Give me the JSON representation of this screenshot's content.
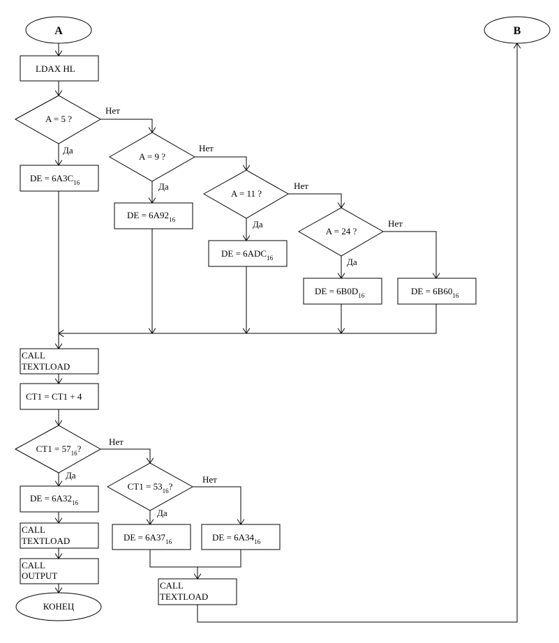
{
  "connectors": {
    "start": "A",
    "exit": "B",
    "end": "КОНЕЦ"
  },
  "steps": {
    "ldax": "LDAX HL",
    "de_a3c": "DE = 6A3C",
    "de_a92": "DE = 6A92",
    "de_adc": "DE = 6ADC",
    "de_b0d": "DE = 6B0D",
    "de_b60": "DE = 6B60",
    "call": "CALL",
    "textload": "TEXTLOAD",
    "output": "OUTPUT",
    "ct_inc": "CT1 = CT1 + 4",
    "de_a32": "DE = 6A32",
    "de_a37": "DE = 6A37",
    "de_a34": "DE = 6A34",
    "hex_base": "16"
  },
  "decisions": {
    "a5": "A = 5 ?",
    "a9": "A = 9 ?",
    "a11": "A = 11 ?",
    "a24": "A = 24 ?",
    "ct57_pre": "CT1 = 57",
    "ct53_pre": "CT1 = 53",
    "q": "?"
  },
  "branch_labels": {
    "yes": "Да",
    "no": "Нет"
  }
}
